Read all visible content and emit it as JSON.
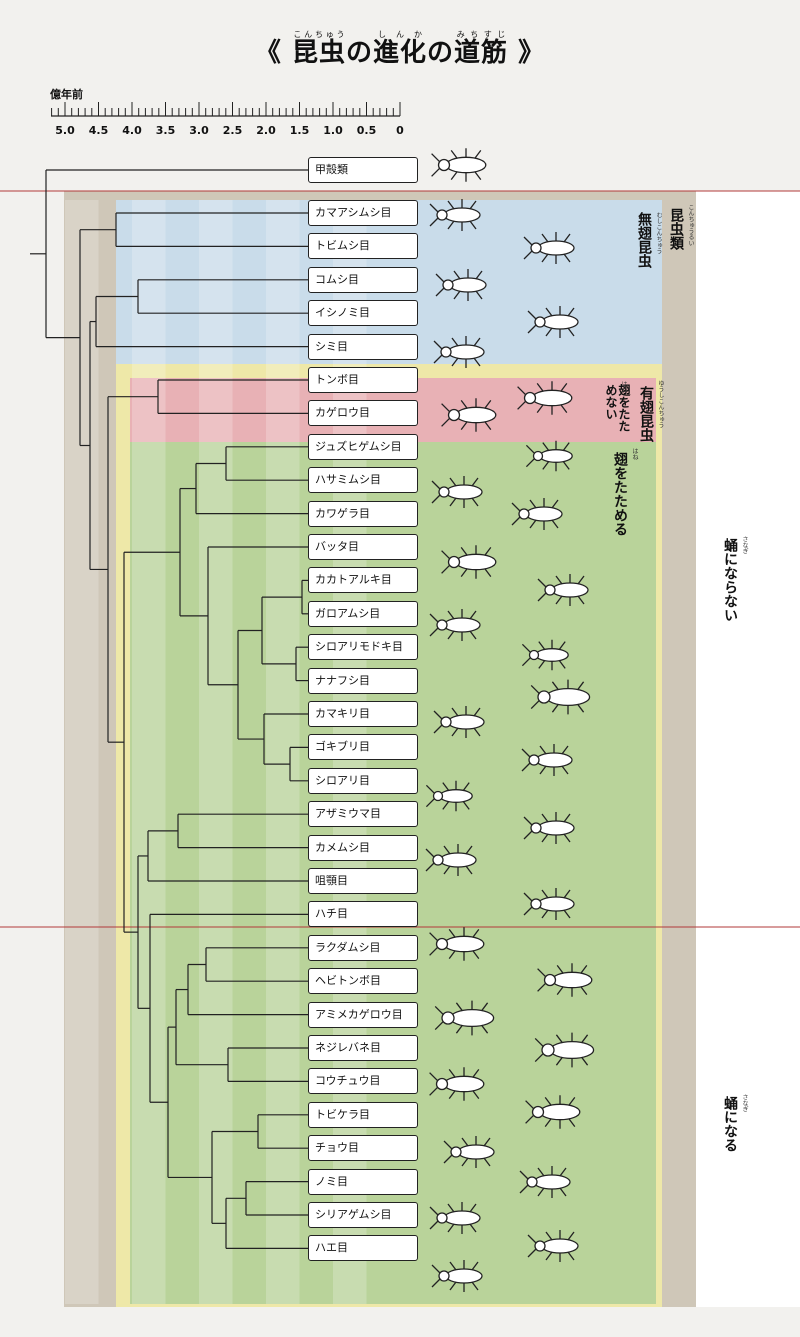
{
  "title": {
    "open": "《",
    "segments": [
      {
        "text": "昆虫",
        "ruby": "こんちゅう"
      },
      {
        "text": "の",
        "ruby": ""
      },
      {
        "text": "進化",
        "ruby": "しんか"
      },
      {
        "text": "の",
        "ruby": ""
      },
      {
        "text": "道筋",
        "ruby": "みちすじ"
      }
    ],
    "close": "》"
  },
  "scale": {
    "unit_label": "億年前",
    "ticks": [
      "5.0",
      "4.5",
      "4.0",
      "3.5",
      "3.0",
      "2.5",
      "2.0",
      "1.5",
      "1.0",
      "0.5",
      "0"
    ]
  },
  "taxa": [
    "甲殻類",
    "カマアシムシ目",
    "トビムシ目",
    "コムシ目",
    "イシノミ目",
    "シミ目",
    "トンボ目",
    "カゲロウ目",
    "ジュズヒゲムシ目",
    "ハサミムシ目",
    "カワゲラ目",
    "バッタ目",
    "カカトアルキ目",
    "ガロアムシ目",
    "シロアリモドキ目",
    "ナナフシ目",
    "カマキリ目",
    "ゴキブリ目",
    "シロアリ目",
    "アザミウマ目",
    "カメムシ目",
    "咀顎目",
    "ハチ目",
    "ラクダムシ目",
    "ヘビトンボ目",
    "アミメカゲロウ目",
    "ネジレバネ目",
    "コウチュウ目",
    "トビケラ目",
    "チョウ目",
    "ノミ目",
    "シリアゲムシ目",
    "ハエ目"
  ],
  "labels": {
    "insecta": "昆虫類",
    "insecta_ruby": "こんちゅうるい",
    "apterygota": "無翅昆虫",
    "apterygota_ruby": "むしこんちゅう",
    "pterygota": "有翅昆虫",
    "pterygota_ruby": "ゆうしこんちゅう",
    "cannot_fold": "翅をたためない",
    "cannot_fold_ruby": "はね",
    "can_fold": "翅をたためる",
    "can_fold_ruby": "はね",
    "no_pupa": "蛹にならない",
    "no_pupa_ruby": "さなぎ",
    "pupa": "蛹になる",
    "pupa_ruby": "さなぎ"
  },
  "colors": {
    "background": "#f2f1ee",
    "insecta_band": "#cfc7b8",
    "apterygota": "#c9dcea",
    "pterygota_yellow": "#eee8a8",
    "no_fold_red": "#e8b1b5",
    "fold_green": "#b9d39a",
    "divider_red": "#b23a3a"
  }
}
